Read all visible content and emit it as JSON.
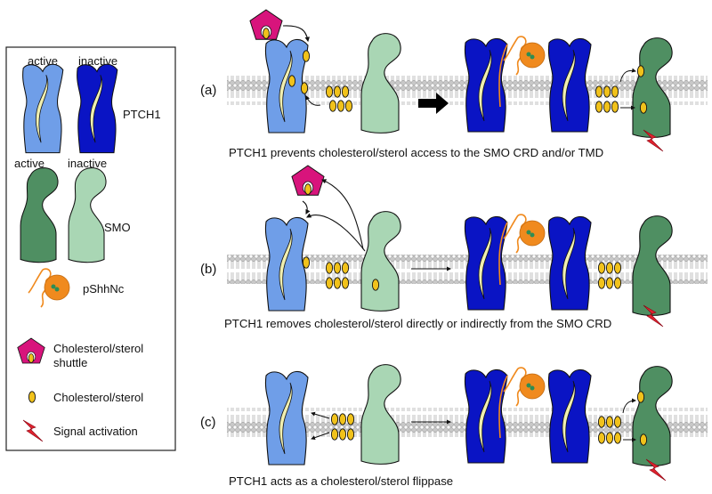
{
  "legend": {
    "ptch1_active": "active",
    "ptch1_inactive": "inactive",
    "ptch1_name": "PTCH1",
    "smo_active": "active",
    "smo_inactive": "inactive",
    "smo_name": "SMO",
    "shh_name": "pShhNc",
    "shuttle_line1": "Cholesterol/sterol",
    "shuttle_line2": "shuttle",
    "sterol": "Cholesterol/sterol",
    "signal": "Signal activation"
  },
  "panels": [
    {
      "label": "(a)",
      "caption": "PTCH1 prevents cholesterol/sterol access to the SMO CRD and/or TMD"
    },
    {
      "label": "(b)",
      "caption": "PTCH1 removes cholesterol/sterol directly or indirectly from the SMO CRD"
    },
    {
      "label": "(c)",
      "caption": "PTCH1 acts as a cholesterol/sterol flippase"
    }
  ],
  "colors": {
    "ptch1_active": "#6f9ee8",
    "ptch1_inactive": "#0a14c4",
    "smo_active": "#4f8f62",
    "smo_inactive": "#a9d6b4",
    "tunnel": "#f0efb0",
    "shh": "#f08a1e",
    "shuttle": "#d8147c",
    "sterol": "#f1c21b",
    "signal": "#e0242f",
    "membrane": "#aaaaaa"
  }
}
